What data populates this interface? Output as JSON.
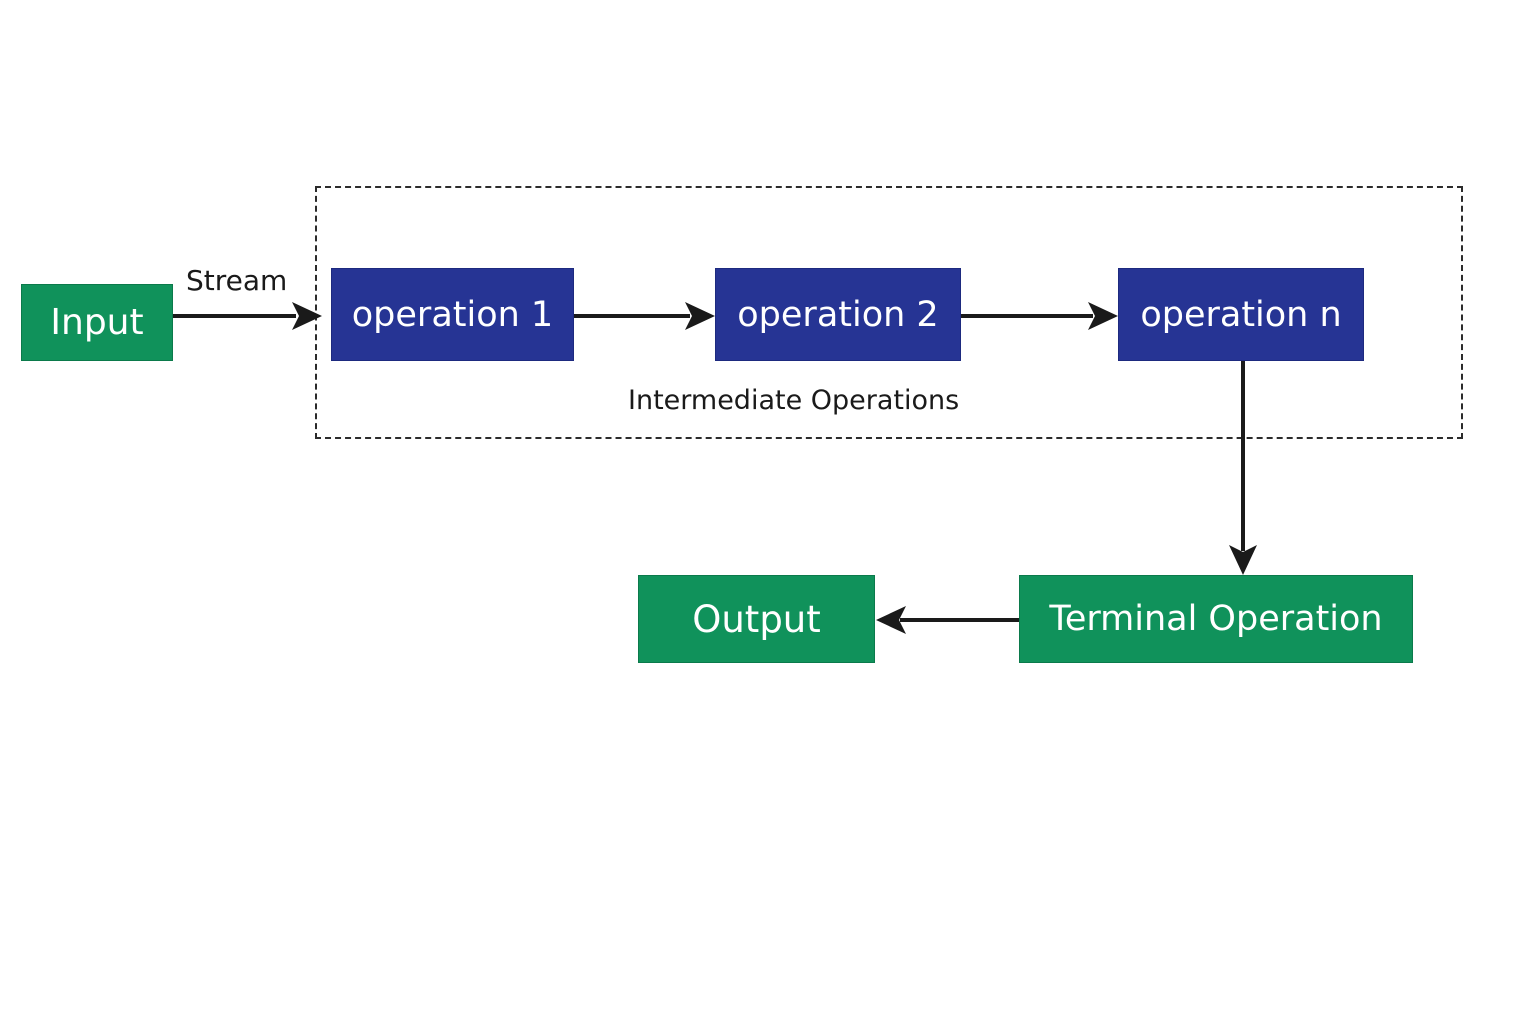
{
  "diagram": {
    "nodes": {
      "input": "Input",
      "operation_1": "operation 1",
      "operation_2": "operation 2",
      "operation_n": "operation n",
      "terminal_operation": "Terminal Operation",
      "output": "Output"
    },
    "labels": {
      "stream": "Stream",
      "intermediate_group": "Intermediate Operations"
    },
    "edges": [
      {
        "from": "Input",
        "to": "operation 1",
        "label": "Stream"
      },
      {
        "from": "operation 1",
        "to": "operation 2"
      },
      {
        "from": "operation 2",
        "to": "operation n"
      },
      {
        "from": "operation n",
        "to": "Terminal Operation"
      },
      {
        "from": "Terminal Operation",
        "to": "Output"
      }
    ],
    "colors": {
      "io_green": "#10925b",
      "operation_blue": "#263494",
      "arrow": "#1a1a1a"
    }
  }
}
